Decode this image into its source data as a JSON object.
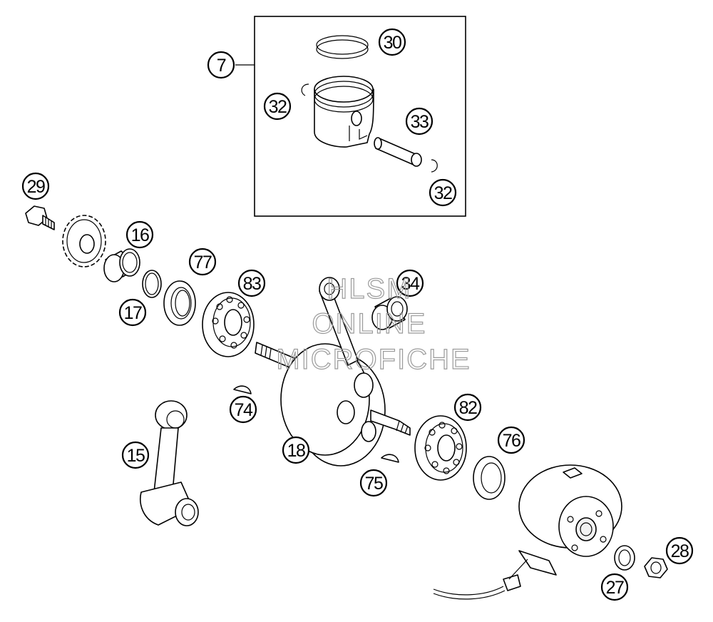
{
  "watermark": {
    "line1": "HLSM",
    "line2": "ONLINE",
    "line3": "MICROFICHE"
  },
  "callouts": [
    {
      "id": "c7",
      "label": "7"
    },
    {
      "id": "c30",
      "label": "30"
    },
    {
      "id": "c32a",
      "label": "32"
    },
    {
      "id": "c33",
      "label": "33"
    },
    {
      "id": "c32b",
      "label": "32"
    },
    {
      "id": "c29",
      "label": "29"
    },
    {
      "id": "c16",
      "label": "16"
    },
    {
      "id": "c77",
      "label": "77"
    },
    {
      "id": "c17",
      "label": "17"
    },
    {
      "id": "c83",
      "label": "83"
    },
    {
      "id": "c34",
      "label": "34"
    },
    {
      "id": "c74",
      "label": "74"
    },
    {
      "id": "c15",
      "label": "15"
    },
    {
      "id": "c18",
      "label": "18"
    },
    {
      "id": "c82",
      "label": "82"
    },
    {
      "id": "c76",
      "label": "76"
    },
    {
      "id": "c75",
      "label": "75"
    },
    {
      "id": "c28",
      "label": "28"
    },
    {
      "id": "c27",
      "label": "27"
    }
  ]
}
